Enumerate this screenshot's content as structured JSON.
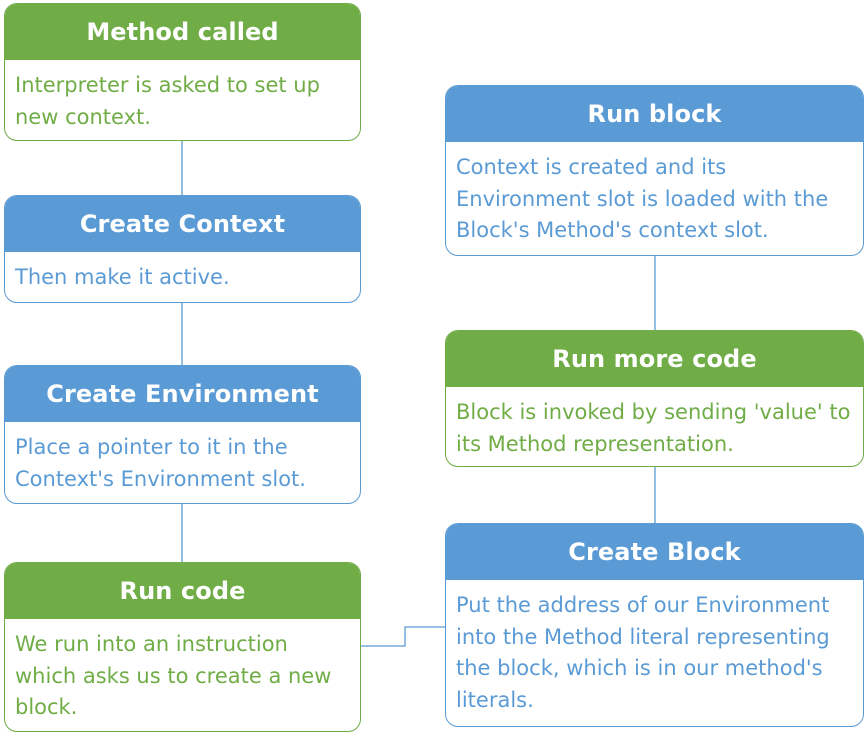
{
  "colors": {
    "green": "#70AD47",
    "blue": "#5B9BD5",
    "connector": "#5B9BD5"
  },
  "boxes": {
    "method_called": {
      "title": "Method called",
      "text": "Interpreter is asked to set up new context."
    },
    "create_context": {
      "title": "Create Context",
      "text": "Then make it active."
    },
    "create_environment": {
      "title": "Create Environment",
      "text": "Place a pointer to it in the Context's Environment slot."
    },
    "run_code": {
      "title": "Run code",
      "text": "We run into an instruction which asks us to create a new block."
    },
    "run_block": {
      "title": "Run block",
      "text": "Context is created and its Environment slot is loaded with the Block's Method's context slot."
    },
    "run_more_code": {
      "title": "Run more code",
      "text": "Block is invoked by sending 'value' to its Method representation."
    },
    "create_block": {
      "title": "Create Block",
      "text": "Put the address of our Environment into the Method literal representing the block, which is in our method's literals."
    }
  }
}
